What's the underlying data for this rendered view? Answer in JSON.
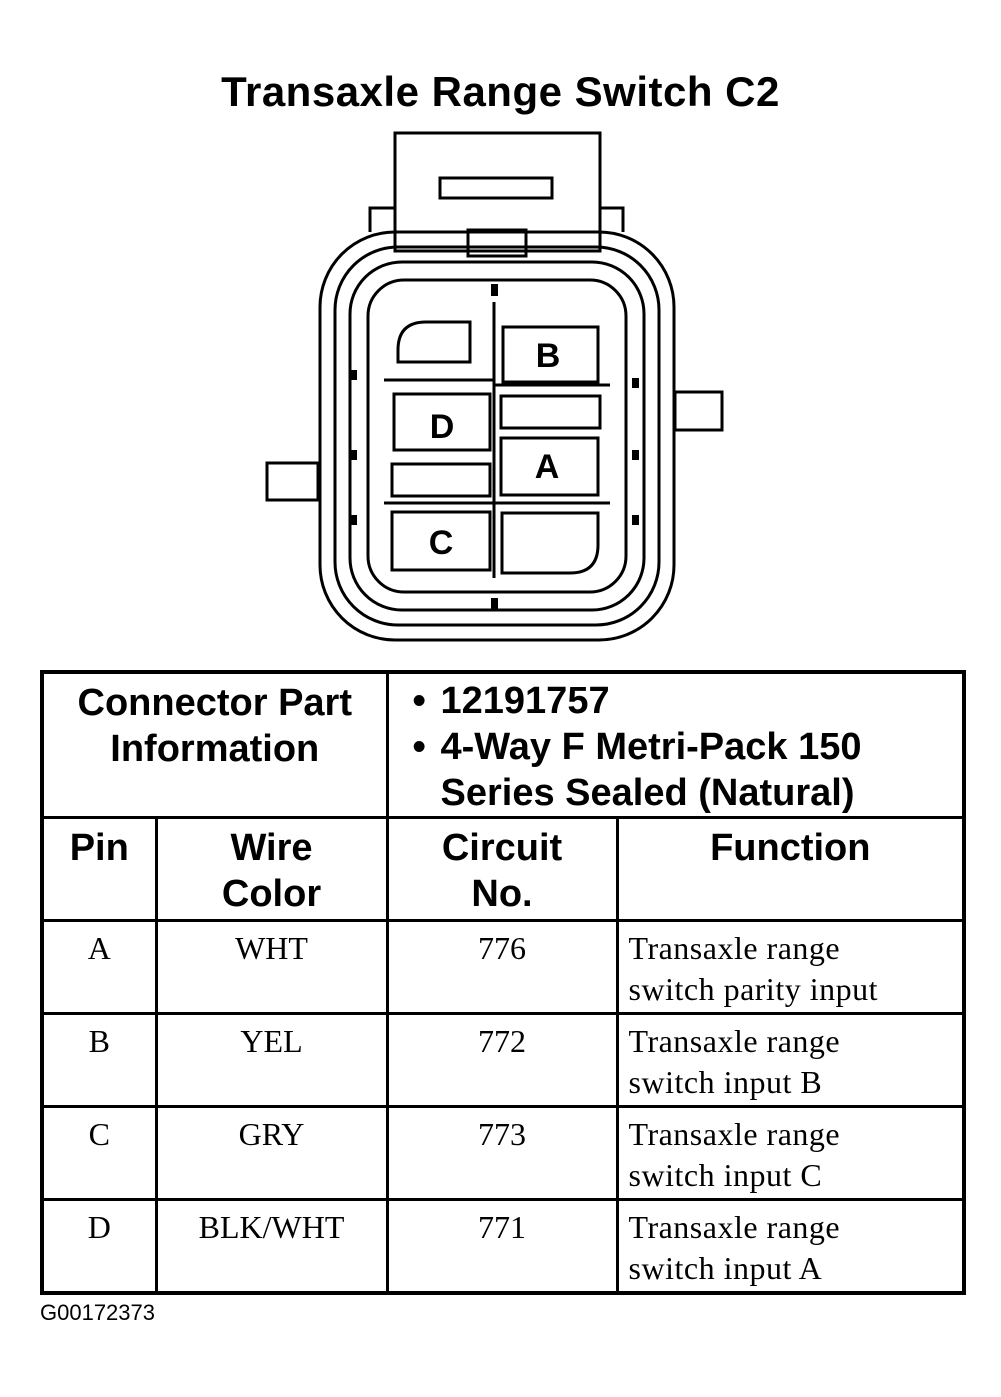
{
  "title": "Transaxle Range Switch C2",
  "connector": {
    "pin_labels": {
      "b": "B",
      "d": "D",
      "a": "A",
      "c": "C"
    }
  },
  "part_info": {
    "label_line1": "Connector Part",
    "label_line2": "Information",
    "part_number": "12191757",
    "description_line1": "4-Way F Metri-Pack 150",
    "description_line2": "Series Sealed (Natural)"
  },
  "table": {
    "headers": {
      "pin": "Pin",
      "wire_line1": "Wire",
      "wire_line2": "Color",
      "circuit_line1": "Circuit",
      "circuit_line2": "No.",
      "function": "Function"
    },
    "rows": [
      {
        "pin": "A",
        "wire": "WHT",
        "circuit": "776",
        "func_line1": "Transaxle range",
        "func_line2": "switch parity input"
      },
      {
        "pin": "B",
        "wire": "YEL",
        "circuit": "772",
        "func_line1": "Transaxle range",
        "func_line2": "switch input B"
      },
      {
        "pin": "C",
        "wire": "GRY",
        "circuit": "773",
        "func_line1": "Transaxle range",
        "func_line2": "switch input C"
      },
      {
        "pin": "D",
        "wire": "BLK/WHT",
        "circuit": "771",
        "func_line1": "Transaxle range",
        "func_line2": "switch input A"
      }
    ]
  },
  "figure_id": "G00172373"
}
